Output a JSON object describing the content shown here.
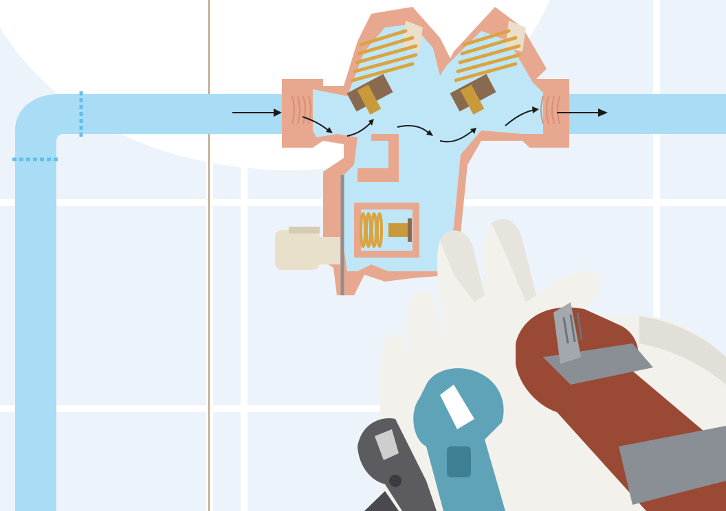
{
  "illustration": {
    "subject": "backflow-preventer-cutaway",
    "colors": {
      "background": "#ffffff",
      "tile": "#eef4fb",
      "tile_light": "#f6f9fd",
      "pipe": "#a9dcf5",
      "pipe_edge": "#5fc0ea",
      "water": "#bfe6f7",
      "body_copper": "#e8a88f",
      "body_copper_dark": "#d78e74",
      "spring_brass": "#d9a441",
      "spring_light": "#f2d28b",
      "seat_dark": "#8a6a4e",
      "guide_line": "#a4855a",
      "arrow": "#1a1a1a",
      "glove": "#f2f1ec",
      "glove_shadow": "#d8d6cf",
      "pipe_wrench_handle": "#9a4a34",
      "pipe_wrench_jaw": "#8a8f96",
      "adjustable_wrench": "#5fa3b8",
      "pliers": "#5b5b60"
    },
    "icons": [
      "water-flow-arrow",
      "check-valve-spring",
      "relief-valve",
      "pipe-wrench",
      "adjustable-wrench",
      "tongue-and-groove-pliers",
      "work-glove"
    ]
  }
}
